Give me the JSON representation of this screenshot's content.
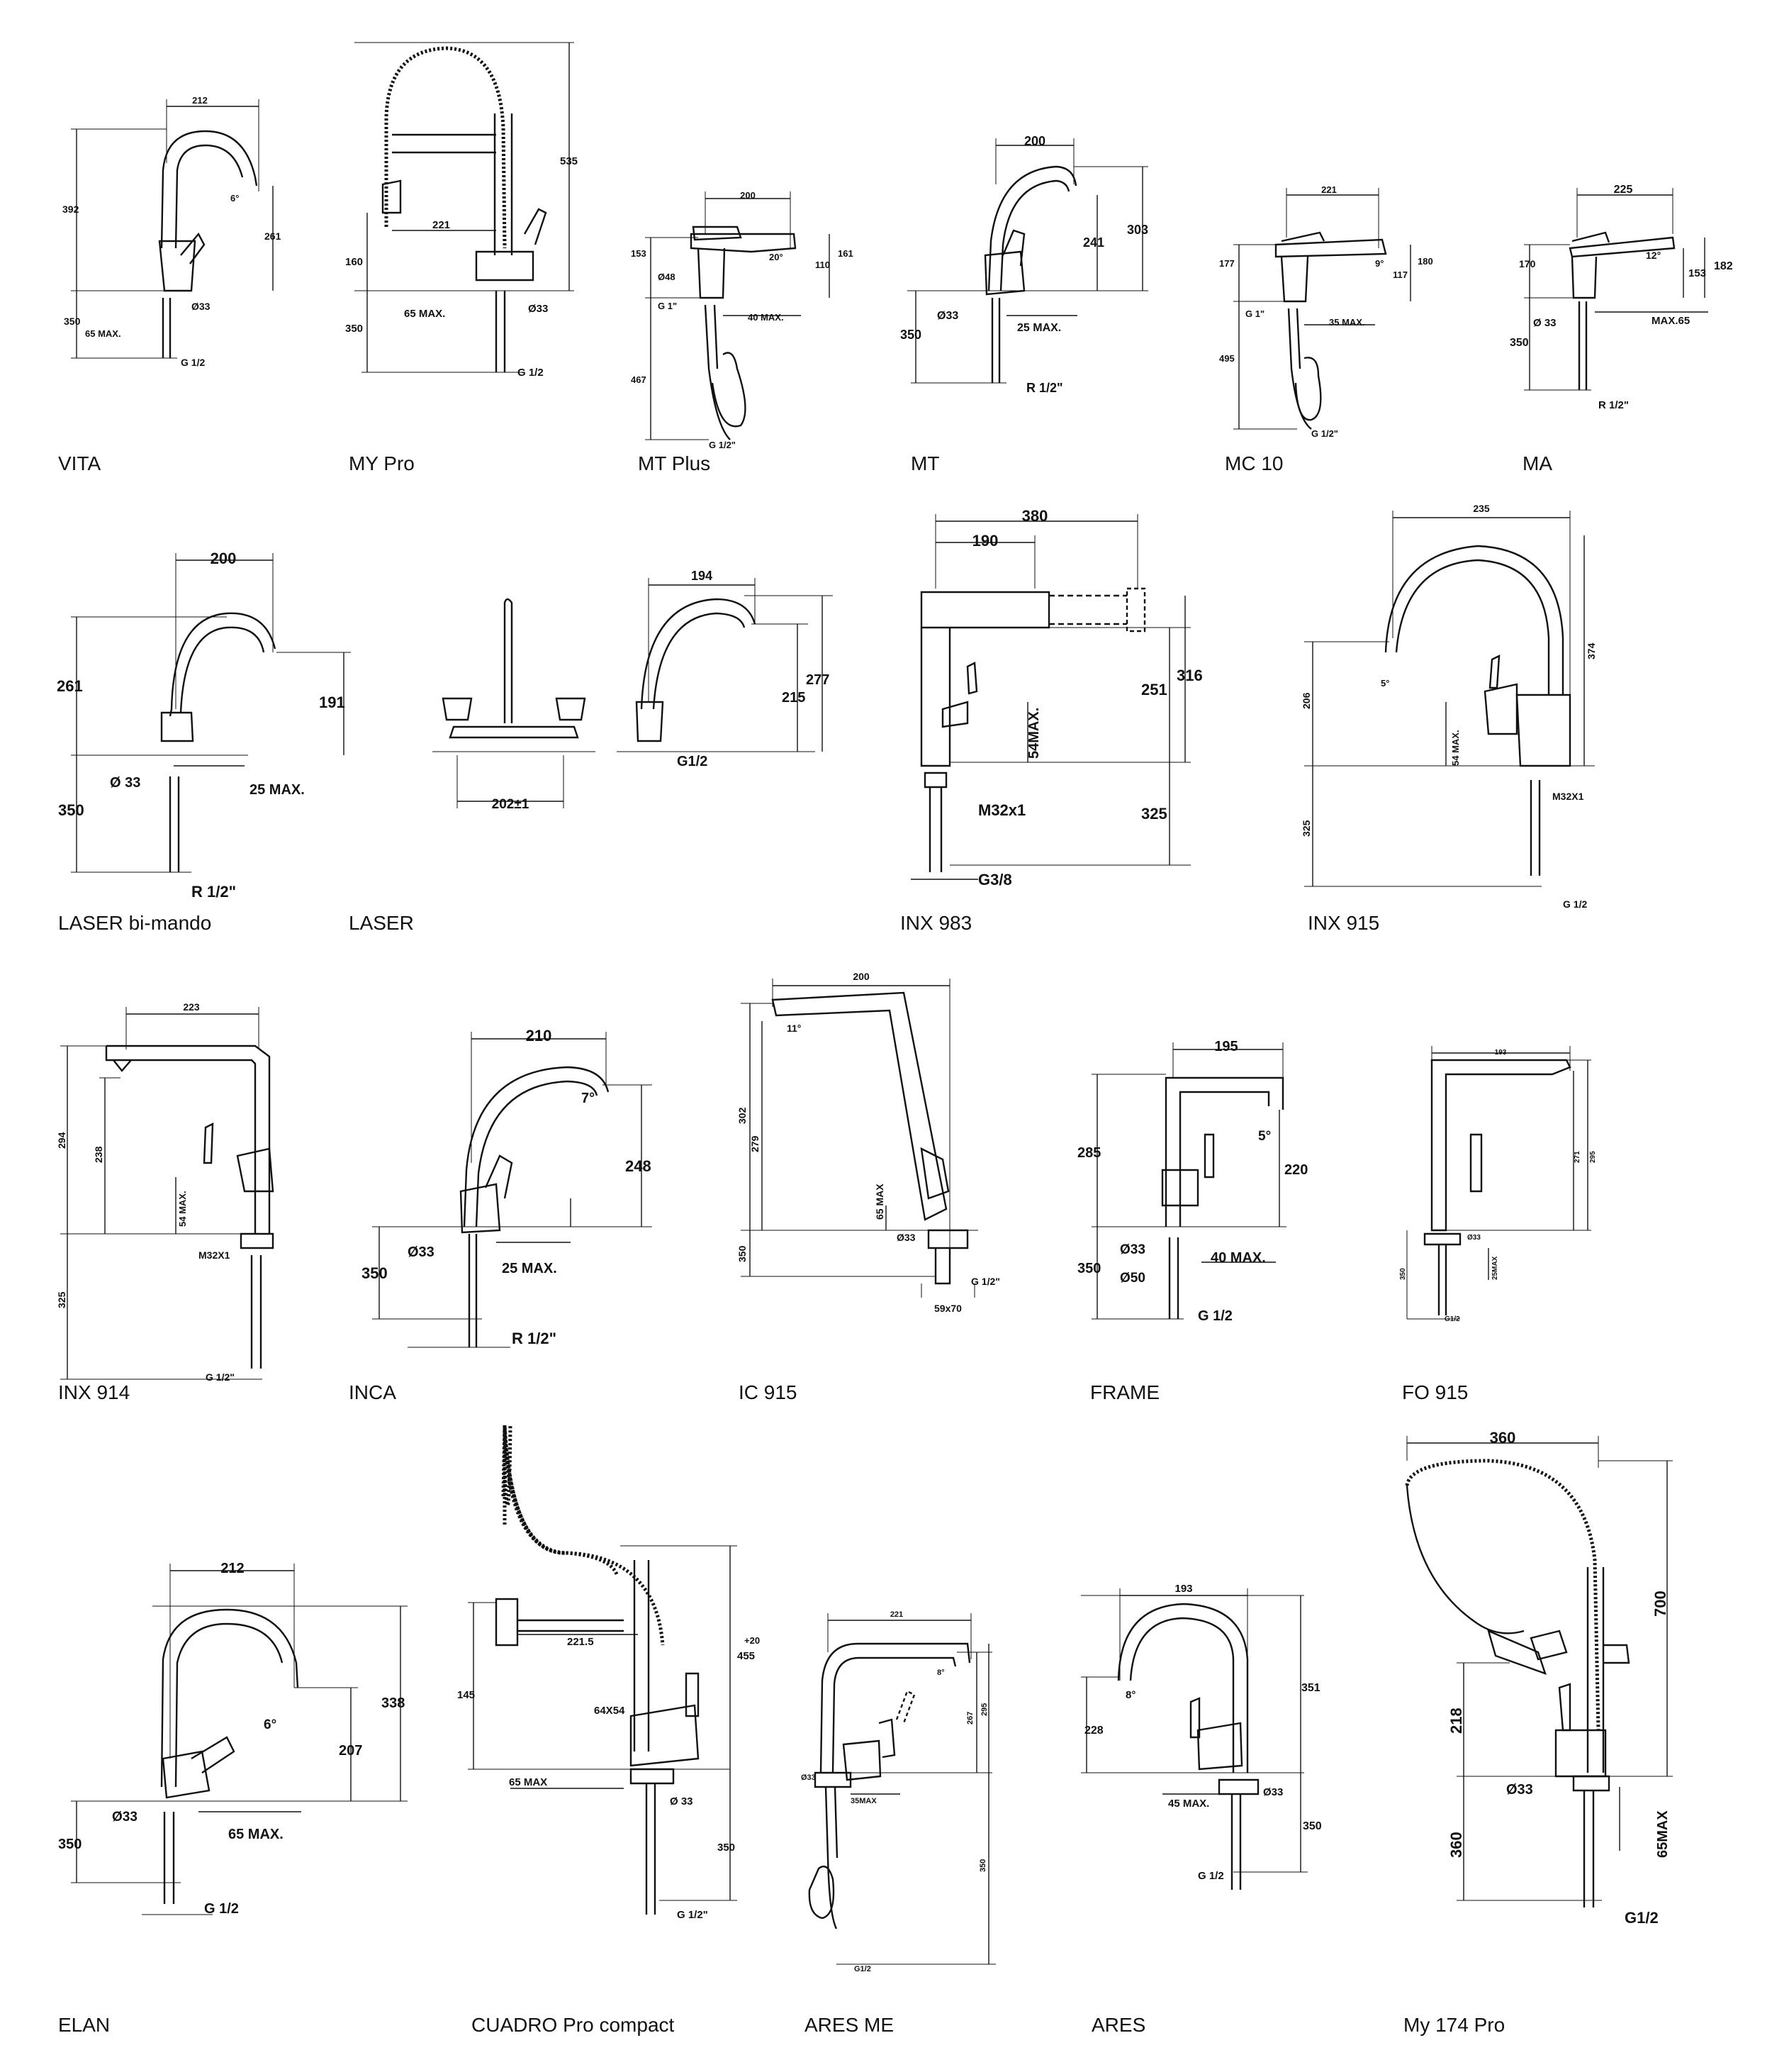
{
  "models": [
    {
      "id": "vita",
      "name": "VITA",
      "dims": [
        "212",
        "392",
        "261",
        "6°",
        "Ø33",
        "350",
        "65 MAX.",
        "G 1/2"
      ]
    },
    {
      "id": "mypro",
      "name": "MY Pro",
      "dims": [
        "535",
        "221",
        "160",
        "65 MAX.",
        "Ø33",
        "350",
        "G 1/2"
      ]
    },
    {
      "id": "mtplus",
      "name": "MT Plus",
      "dims": [
        "200",
        "153",
        "161",
        "20°",
        "110",
        "Ø48",
        "G 1\"",
        "40 MAX.",
        "467",
        "G 1/2\""
      ]
    },
    {
      "id": "mt",
      "name": "MT",
      "dims": [
        "200",
        "303",
        "241",
        "Ø33",
        "25 MAX.",
        "350",
        "R 1/2\""
      ]
    },
    {
      "id": "mc10",
      "name": "MC 10",
      "dims": [
        "221",
        "177",
        "180",
        "9°",
        "117",
        "G 1\"",
        "35 MAX.",
        "495",
        "G 1/2\""
      ]
    },
    {
      "id": "ma",
      "name": "MA",
      "dims": [
        "225",
        "170",
        "12°",
        "153",
        "182",
        "Ø 33",
        "MAX.65",
        "350",
        "R 1/2\""
      ]
    },
    {
      "id": "laserbi",
      "name": "LASER bi-mando",
      "dims": [
        "200",
        "261",
        "191",
        "Ø 33",
        "25 MAX.",
        "350",
        "R 1/2\""
      ]
    },
    {
      "id": "laser",
      "name": "LASER",
      "dims": [
        "194",
        "215",
        "277",
        "G1/2",
        "202±1"
      ]
    },
    {
      "id": "inx983",
      "name": "INX 983",
      "dims": [
        "380",
        "190",
        "251",
        "316",
        "54MAX.",
        "M32x1",
        "325",
        "G3/8"
      ]
    },
    {
      "id": "inx915",
      "name": "INX 915",
      "dims": [
        "235",
        "206",
        "374",
        "5°",
        "54 MAX.",
        "M32X1",
        "325",
        "G 1/2"
      ]
    },
    {
      "id": "inx914",
      "name": "INX 914",
      "dims": [
        "223",
        "294",
        "238",
        "54 MAX.",
        "M32X1",
        "325",
        "G 1/2\""
      ]
    },
    {
      "id": "inca",
      "name": "INCA",
      "dims": [
        "210",
        "7°",
        "248",
        "Ø33",
        "25 MAX.",
        "350",
        "R 1/2\""
      ]
    },
    {
      "id": "ic915",
      "name": "IC 915",
      "dims": [
        "200",
        "11°",
        "302",
        "279",
        "65 MAX",
        "Ø33",
        "350",
        "G 1/2\"",
        "59x70"
      ]
    },
    {
      "id": "frame",
      "name": "FRAME",
      "dims": [
        "195",
        "285",
        "5°",
        "220",
        "Ø33",
        "40 MAX.",
        "350",
        "Ø50",
        "G 1/2"
      ]
    },
    {
      "id": "fo915",
      "name": "FO 915",
      "dims": [
        "193",
        "271",
        "295",
        "Ø33",
        "350",
        "25MAX",
        "G1/2"
      ]
    },
    {
      "id": "elan",
      "name": "ELAN",
      "dims": [
        "212",
        "338",
        "207",
        "6°",
        "Ø33",
        "65 MAX.",
        "350",
        "G 1/2"
      ]
    },
    {
      "id": "cuadro",
      "name": "CUADRO Pro compact",
      "dims": [
        "455",
        "+20",
        "221.5",
        "145",
        "64X54",
        "65 MAX",
        "Ø 33",
        "350",
        "G 1/2\""
      ]
    },
    {
      "id": "aresme",
      "name": "ARES ME",
      "dims": [
        "221",
        "8°",
        "267",
        "295",
        "Ø33",
        "35MAX",
        "350",
        "G1/2"
      ]
    },
    {
      "id": "ares",
      "name": "ARES",
      "dims": [
        "193",
        "8°",
        "228",
        "351",
        "45 MAX.",
        "Ø33",
        "350",
        "G 1/2"
      ]
    },
    {
      "id": "my174",
      "name": "My 174 Pro",
      "dims": [
        "360",
        "700",
        "218",
        "Ø33",
        "360",
        "65MAX",
        "G1/2"
      ]
    }
  ]
}
